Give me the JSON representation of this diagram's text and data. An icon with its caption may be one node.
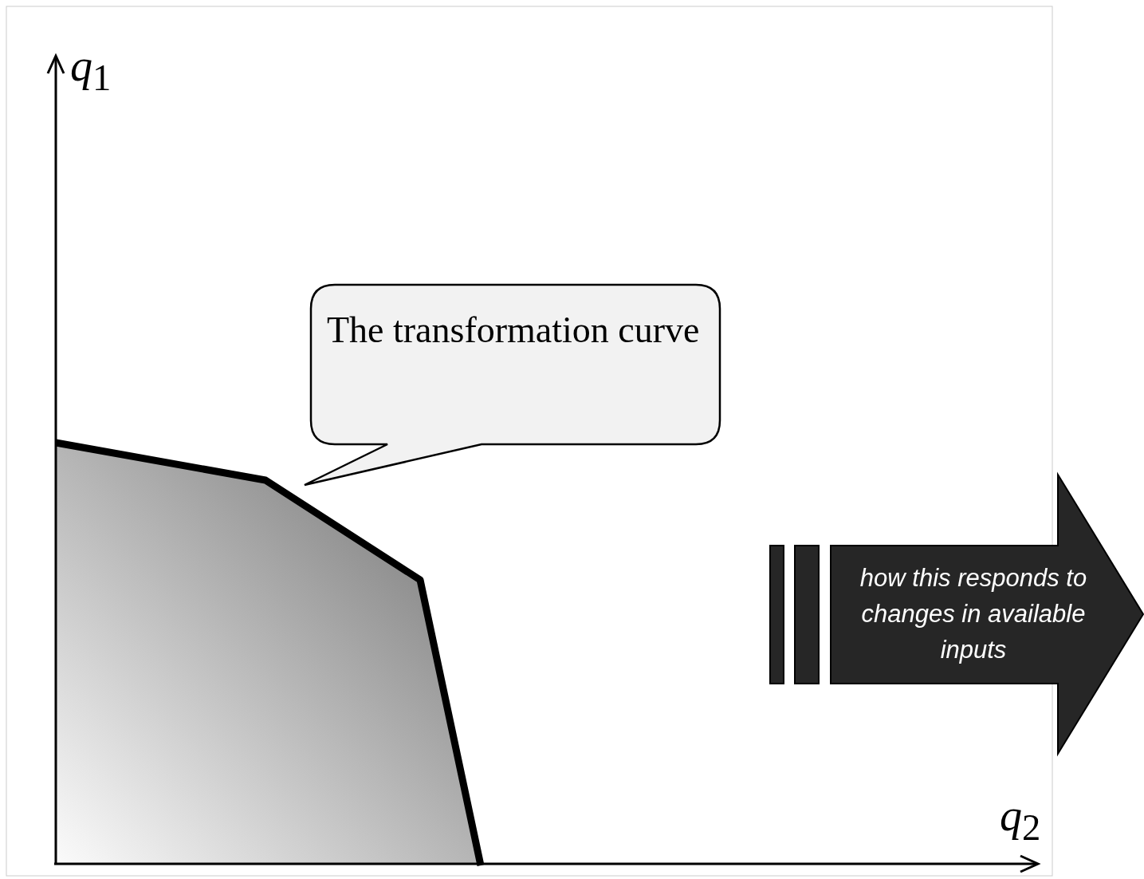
{
  "diagram": {
    "nodes": [
      {
        "text": [
          "The transformation curve"
        ]
      },
      {
        "text": [
          "how this responds to changes in available inputs"
        ]
      }
    ],
    "labels": [
      "*q*$_{1}$",
      "*q*$_{2}$"
    ]
  }
}
